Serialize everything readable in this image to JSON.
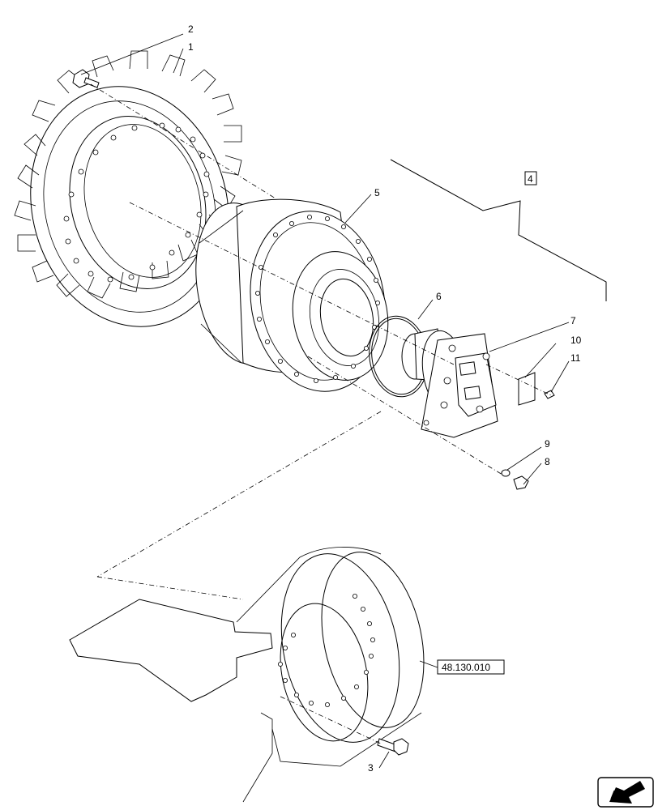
{
  "callouts": {
    "c1": "1",
    "c2": "2",
    "c3": "3",
    "c4": "4",
    "c5": "5",
    "c6": "6",
    "c7": "7",
    "c8": "8",
    "c9": "9",
    "c10": "10",
    "c11": "11"
  },
  "reference": "48.130.010",
  "icons": {
    "nav": "arrow-navigation-icon"
  }
}
